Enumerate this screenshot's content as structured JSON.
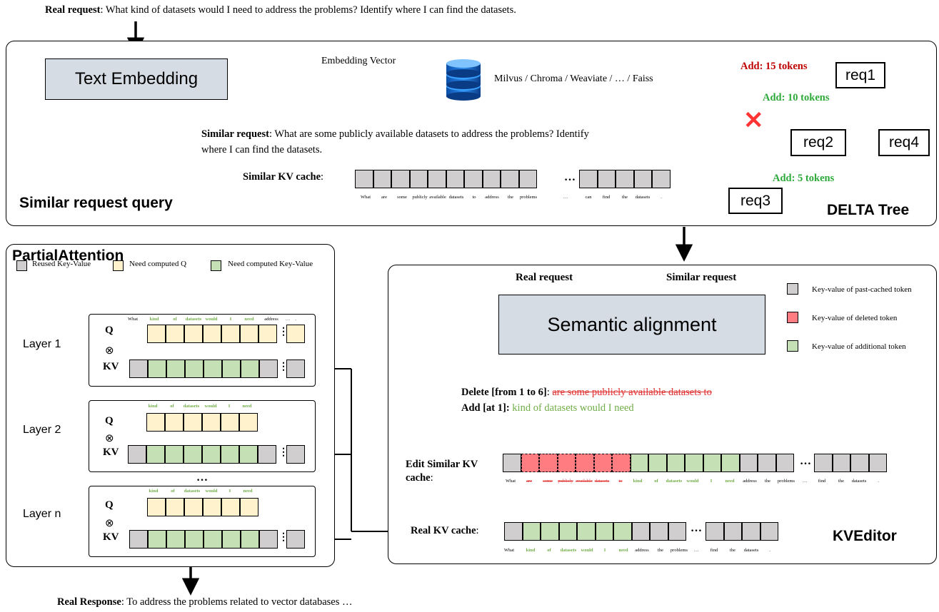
{
  "header": {
    "label": "Real request",
    "text": ": What kind of datasets would I need to address the problems? Identify where I can find the datasets."
  },
  "top_panel": {
    "title": "Similar request query",
    "text_embedding": "Text Embedding",
    "embedding_vector": "Embedding Vector",
    "vector_dbs": "Milvus / Chroma / Weaviate / … / Faiss",
    "similar_request_label": "Similar request",
    "similar_request_text_1": ": What are some publicly available datasets to address the problems? Identify",
    "similar_request_text_2": "where I can find the datasets.",
    "similar_kv_label": "Similar KV cache",
    "ellipsis": "…",
    "kv_tokens": [
      "What",
      "are",
      "some",
      "publicly",
      "available",
      "datasets",
      "to",
      "address",
      "the",
      "problems",
      "…",
      "can",
      "find",
      "the",
      "datasets",
      "."
    ]
  },
  "delta_tree": {
    "title": "DELTA Tree",
    "req1": "req1",
    "req2": "req2",
    "req3": "req3",
    "req4": "req4",
    "add15": "Add: 15 tokens",
    "add10": "Add: 10 tokens",
    "add5": "Add: 5 tokens",
    "cross": "✕"
  },
  "partial": {
    "title": "PartialAttention",
    "legend": {
      "reused": "Reused Key-Value",
      "need_q": "Need computed Q",
      "need_kv": "Need computed Key-Value"
    },
    "layer1": "Layer 1",
    "layer2": "Layer 2",
    "layern": "Layer n",
    "q": "Q",
    "kv": "KV",
    "otimes": "⊗",
    "vdots": "⋮",
    "ellipsis": "…",
    "l1_tokens": [
      "What",
      "kind",
      "of",
      "datasets",
      "would",
      "I",
      "need",
      "address",
      "…",
      "."
    ],
    "l2_tokens": [
      "kind",
      "of",
      "datasets",
      "would",
      "I",
      "need"
    ]
  },
  "kveditor": {
    "title": "KVEditor",
    "real_request": "Real request",
    "similar_request": "Similar request",
    "semantic_alignment": "Semantic alignment",
    "legend": {
      "past": "Key-value of past-cached token",
      "deleted": "Key-value of deleted token",
      "additional": "Key-value of additional token"
    },
    "delete_label": "Delete [from 1 to 6]",
    "delete_text": "are some publicly available datasets to",
    "add_label": "Add [at 1]:",
    "add_text": "kind of datasets would I need",
    "edit_label_1": "Edit Similar KV",
    "edit_label_2": "cache",
    "colon": ":",
    "edit_tokens": [
      "What",
      "are",
      "some",
      "publicly",
      "available",
      "datasets",
      "to",
      "kind",
      "of",
      "datasets",
      "would",
      "I",
      "need",
      "address",
      "the",
      "problems",
      "…",
      "find",
      "the",
      "datasets",
      "."
    ],
    "real_kv_label": "Real  KV cache",
    "real_tokens": [
      "What",
      "kind",
      "of",
      "datasets",
      "would",
      "I",
      "need",
      "address",
      "the",
      "problems",
      "…",
      "find",
      "the",
      "datasets",
      "."
    ],
    "ellipsis": "…"
  },
  "footer": {
    "label": "Real Response",
    "text": ": To address the problems related to vector databases …"
  }
}
